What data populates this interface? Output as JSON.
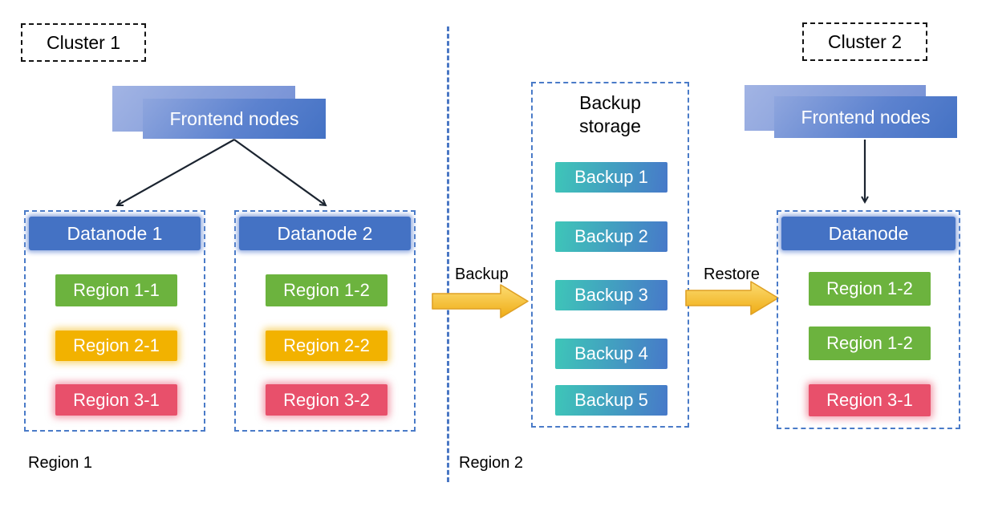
{
  "cluster1": {
    "label": "Cluster 1"
  },
  "cluster2": {
    "label": "Cluster 2"
  },
  "frontend_left": {
    "label": "Frontend nodes"
  },
  "frontend_right": {
    "label": "Frontend nodes"
  },
  "datanode1": {
    "title": "Datanode 1",
    "regions": [
      {
        "label": "Region 1-1",
        "color": "green"
      },
      {
        "label": "Region 2-1",
        "color": "yellow"
      },
      {
        "label": "Region 3-1",
        "color": "red"
      }
    ]
  },
  "datanode2": {
    "title": "Datanode 2",
    "regions": [
      {
        "label": "Region 1-2",
        "color": "green"
      },
      {
        "label": "Region 2-2",
        "color": "yellow"
      },
      {
        "label": "Region 3-2",
        "color": "red"
      }
    ]
  },
  "cluster2_datanode": {
    "title": "Datanode",
    "regions": [
      {
        "label": "Region 1-2",
        "color": "green"
      },
      {
        "label": "Region 1-2",
        "color": "green"
      },
      {
        "label": "Region 3-1",
        "color": "red"
      }
    ]
  },
  "backup_storage": {
    "title": "Backup storage",
    "items": [
      {
        "label": "Backup 1"
      },
      {
        "label": "Backup 2"
      },
      {
        "label": "Backup 3"
      },
      {
        "label": "Backup 4"
      },
      {
        "label": "Backup 5"
      }
    ]
  },
  "flow": {
    "backup_label": "Backup",
    "restore_label": "Restore"
  },
  "footer": {
    "region1": "Region 1",
    "region2": "Region 2"
  },
  "colors": {
    "node_blue": "#4472C4",
    "node_blue_light": "#8FAADC",
    "container_border_blue": "#4A7BC8",
    "region_green": "#6CB33E",
    "region_yellow": "#F2B200",
    "region_red": "#E8506B",
    "backup_teal": "#3EC6B8",
    "backup_blue": "#4779C9",
    "arrow_gold": "#F5BE35",
    "cluster_border": "#141414"
  }
}
